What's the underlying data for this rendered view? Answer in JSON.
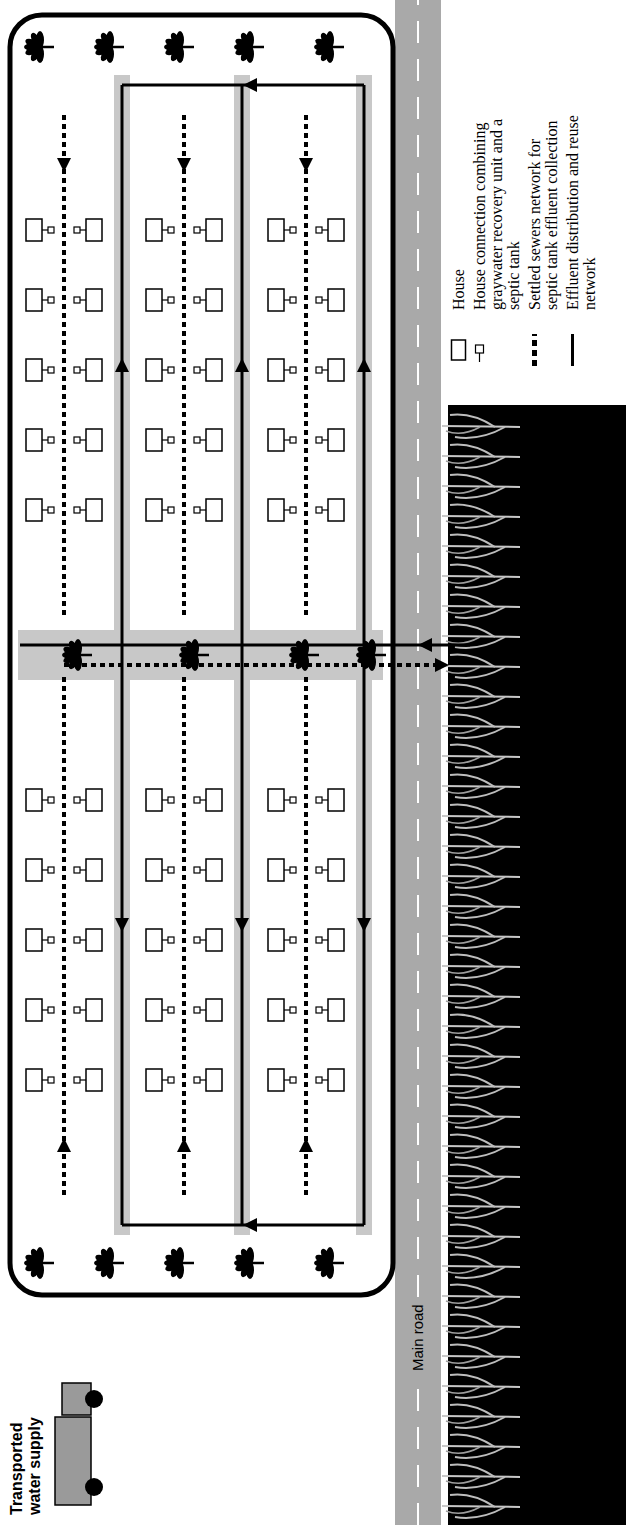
{
  "diagram": {
    "labels": [
      "Transported water supply",
      "Main road"
    ],
    "legend": [
      {
        "text": "House"
      },
      {
        "text": "House connection combining graywater recovery unit and a septic tank"
      },
      {
        "text": "Settled sewers network for septic tank effluent collection"
      },
      {
        "text": "Effluent distribution and reuse network"
      }
    ]
  }
}
